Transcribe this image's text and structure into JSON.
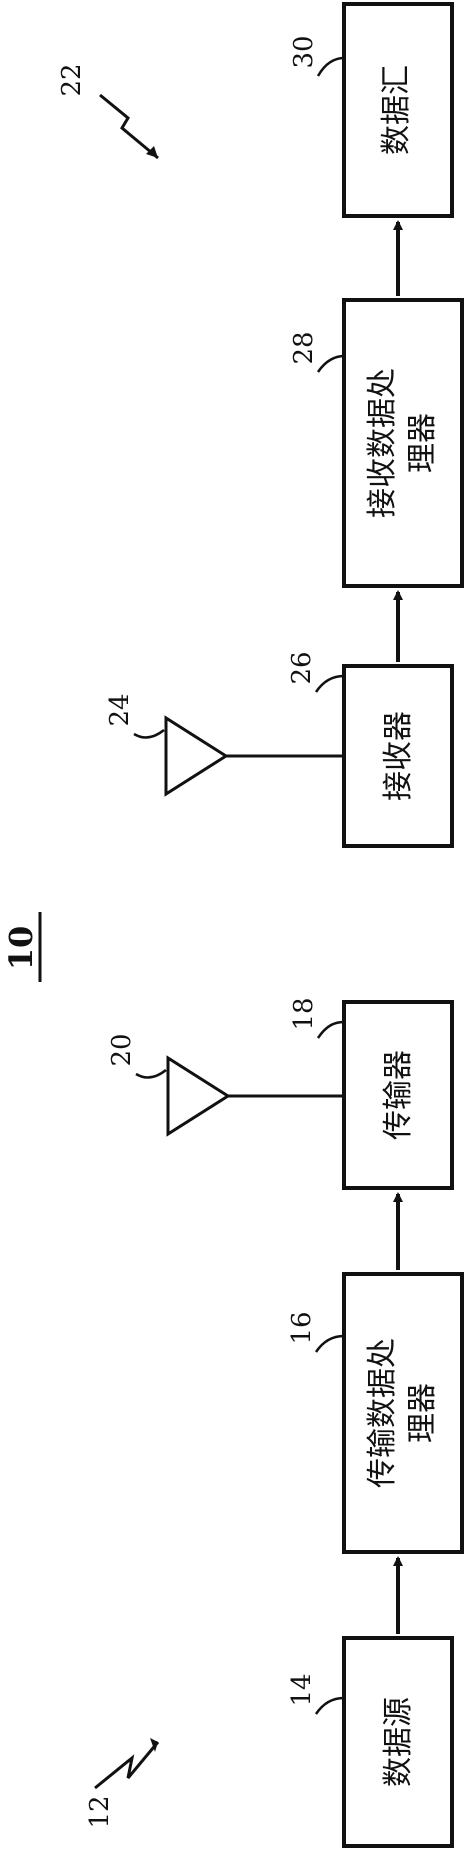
{
  "figure": {
    "number": "10"
  },
  "transmitter_system": {
    "ref": "12",
    "blocks": [
      {
        "ref": "14",
        "lines": [
          "数据源"
        ]
      },
      {
        "ref": "16",
        "lines": [
          "传输数据处",
          "理器"
        ]
      },
      {
        "ref": "18",
        "lines": [
          "传输器"
        ]
      }
    ],
    "antenna_ref": "20"
  },
  "receiver_system": {
    "ref": "22",
    "blocks": [
      {
        "ref": "26",
        "lines": [
          "接收器"
        ]
      },
      {
        "ref": "28",
        "lines": [
          "接收数据处",
          "理器"
        ]
      },
      {
        "ref": "30",
        "lines": [
          "数据汇"
        ]
      }
    ],
    "antenna_ref": "24"
  }
}
